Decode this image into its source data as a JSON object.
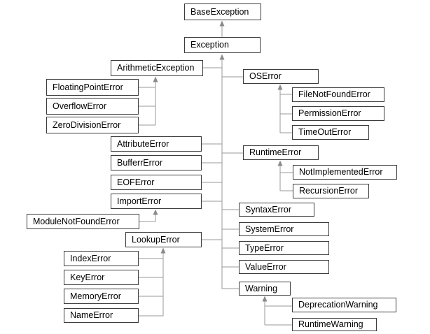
{
  "diagram": {
    "description": "Python exception class hierarchy diagram",
    "colors": {
      "background": "#ffffff",
      "box_border": "#3c3c3c",
      "box_fill": "#ffffff",
      "text": "#000000",
      "connector_line": "#999999",
      "arrowhead": "#8a8a8a"
    },
    "nodes": [
      {
        "id": "base-exception",
        "label": "BaseException"
      },
      {
        "id": "exception",
        "label": "Exception"
      },
      {
        "id": "arithmetic-exception",
        "label": "ArithmeticException"
      },
      {
        "id": "floating-point-error",
        "label": "FloatingPointError"
      },
      {
        "id": "overflow-error",
        "label": "OverflowError"
      },
      {
        "id": "zero-division-error",
        "label": "ZeroDivisionError"
      },
      {
        "id": "attribute-error",
        "label": "AttributeError"
      },
      {
        "id": "buffer-error",
        "label": "BufferrError"
      },
      {
        "id": "eof-error",
        "label": "EOFError"
      },
      {
        "id": "import-error",
        "label": "ImportError"
      },
      {
        "id": "module-not-found-error",
        "label": "ModuleNotFoundError"
      },
      {
        "id": "lookup-error",
        "label": "LookupError"
      },
      {
        "id": "index-error",
        "label": "IndexError"
      },
      {
        "id": "key-error",
        "label": "KeyError"
      },
      {
        "id": "memory-error",
        "label": "MemoryError"
      },
      {
        "id": "name-error",
        "label": "NameError"
      },
      {
        "id": "os-error",
        "label": "OSError"
      },
      {
        "id": "file-not-found-error",
        "label": "FileNotFoundError"
      },
      {
        "id": "permission-error",
        "label": "PermissionError"
      },
      {
        "id": "timeout-error",
        "label": "TimeOutError"
      },
      {
        "id": "runtime-error",
        "label": "RuntimeError"
      },
      {
        "id": "not-implemented-error",
        "label": "NotImplementedError"
      },
      {
        "id": "recursion-error",
        "label": "RecursionError"
      },
      {
        "id": "syntax-error",
        "label": "SyntaxError"
      },
      {
        "id": "system-error",
        "label": "SystemError"
      },
      {
        "id": "type-error",
        "label": "TypeError"
      },
      {
        "id": "value-error",
        "label": "ValueError"
      },
      {
        "id": "warning",
        "label": "Warning"
      },
      {
        "id": "deprecation-warning",
        "label": "DeprecationWarning"
      },
      {
        "id": "runtime-warning",
        "label": "RuntimeWarning"
      }
    ],
    "edges": [
      {
        "child": "Exception",
        "parent": "BaseException"
      },
      {
        "child": "ArithmeticException",
        "parent": "Exception"
      },
      {
        "child": "FloatingPointError",
        "parent": "ArithmeticException"
      },
      {
        "child": "OverflowError",
        "parent": "ArithmeticException"
      },
      {
        "child": "ZeroDivisionError",
        "parent": "ArithmeticException"
      },
      {
        "child": "AttributeError",
        "parent": "Exception"
      },
      {
        "child": "BufferrError",
        "parent": "Exception"
      },
      {
        "child": "EOFError",
        "parent": "Exception"
      },
      {
        "child": "ImportError",
        "parent": "Exception"
      },
      {
        "child": "ModuleNotFoundError",
        "parent": "ImportError"
      },
      {
        "child": "LookupError",
        "parent": "Exception"
      },
      {
        "child": "IndexError",
        "parent": "LookupError"
      },
      {
        "child": "KeyError",
        "parent": "LookupError"
      },
      {
        "child": "MemoryError",
        "parent": "LookupError"
      },
      {
        "child": "NameError",
        "parent": "LookupError"
      },
      {
        "child": "OSError",
        "parent": "Exception"
      },
      {
        "child": "FileNotFoundError",
        "parent": "OSError"
      },
      {
        "child": "PermissionError",
        "parent": "OSError"
      },
      {
        "child": "TimeOutError",
        "parent": "OSError"
      },
      {
        "child": "RuntimeError",
        "parent": "Exception"
      },
      {
        "child": "NotImplementedError",
        "parent": "RuntimeError"
      },
      {
        "child": "RecursionError",
        "parent": "RuntimeError"
      },
      {
        "child": "SyntaxError",
        "parent": "Exception"
      },
      {
        "child": "SystemError",
        "parent": "Exception"
      },
      {
        "child": "TypeError",
        "parent": "Exception"
      },
      {
        "child": "ValueError",
        "parent": "Exception"
      },
      {
        "child": "Warning",
        "parent": "Exception"
      },
      {
        "child": "DeprecationWarning",
        "parent": "Warning"
      },
      {
        "child": "RuntimeWarning",
        "parent": "Warning"
      }
    ]
  }
}
